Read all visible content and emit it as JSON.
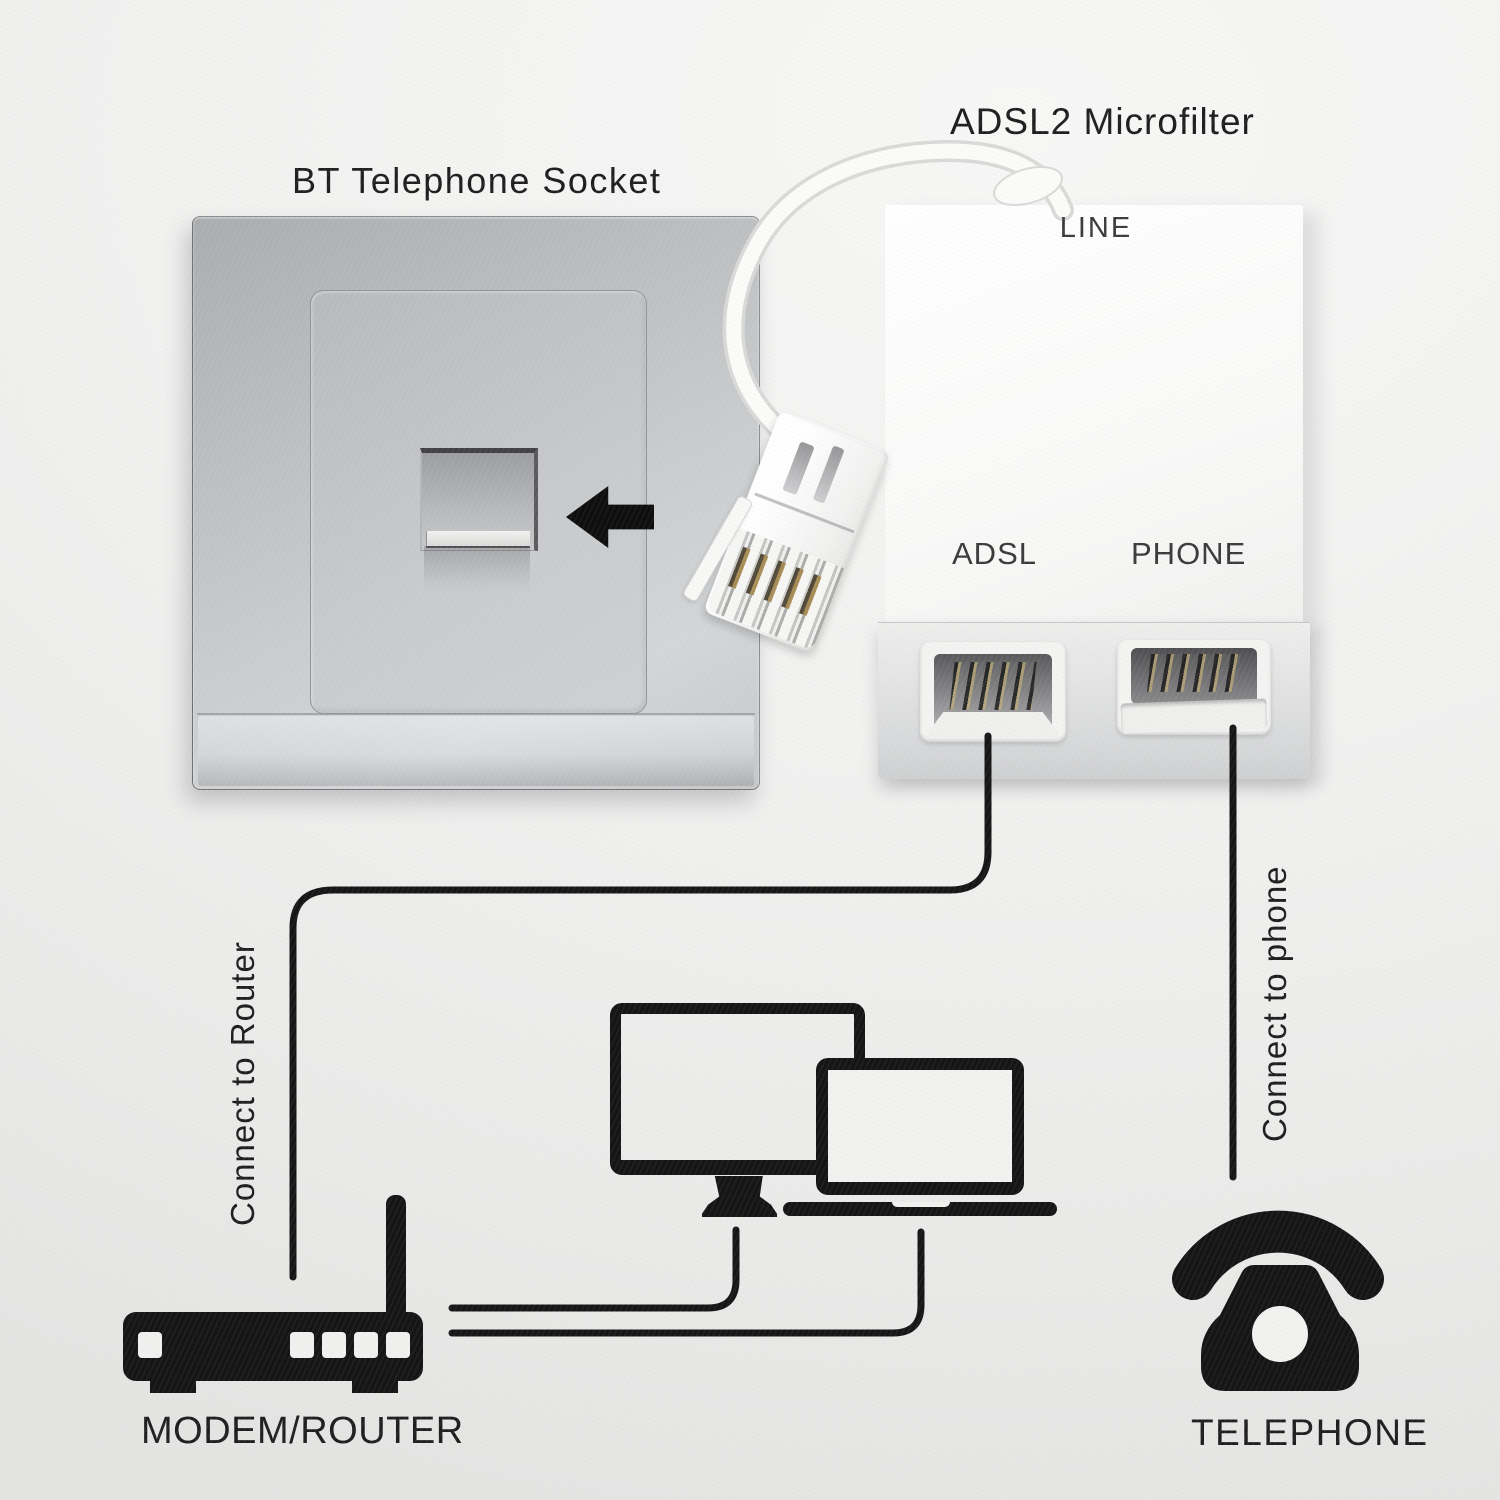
{
  "socket": {
    "title": "BT Telephone Socket"
  },
  "microfilter": {
    "title": "ADSL2 Microfilter",
    "ports": {
      "line": "LINE",
      "adsl": "ADSL",
      "phone": "PHONE"
    }
  },
  "connections": {
    "router_label": "Connect to Router",
    "phone_label": "Connect to phone"
  },
  "devices": {
    "modem_router": "MODEM/ROUTER",
    "telephone": "TELEPHONE"
  },
  "icons": {
    "insert_arrow": "arrow-left-icon",
    "modem_router": "modem-router-icon",
    "desktop": "desktop-monitor-icon",
    "laptop": "laptop-icon",
    "telephone": "telephone-icon",
    "plug": "bt-plug-icon",
    "adsl_jack": "rj11-socket-icon",
    "phone_jack": "rj11-socket-icon"
  },
  "colors": {
    "ink": "#141414",
    "wall": "#f1f1f0",
    "plate_light": "#d3d5d7",
    "plate_dark": "#aaacae",
    "filter_white": "#fbfbfa",
    "panel_gray": "#dadbdc",
    "cable_outline": "#d9d9d8",
    "pin_gold": "#a5874b"
  }
}
